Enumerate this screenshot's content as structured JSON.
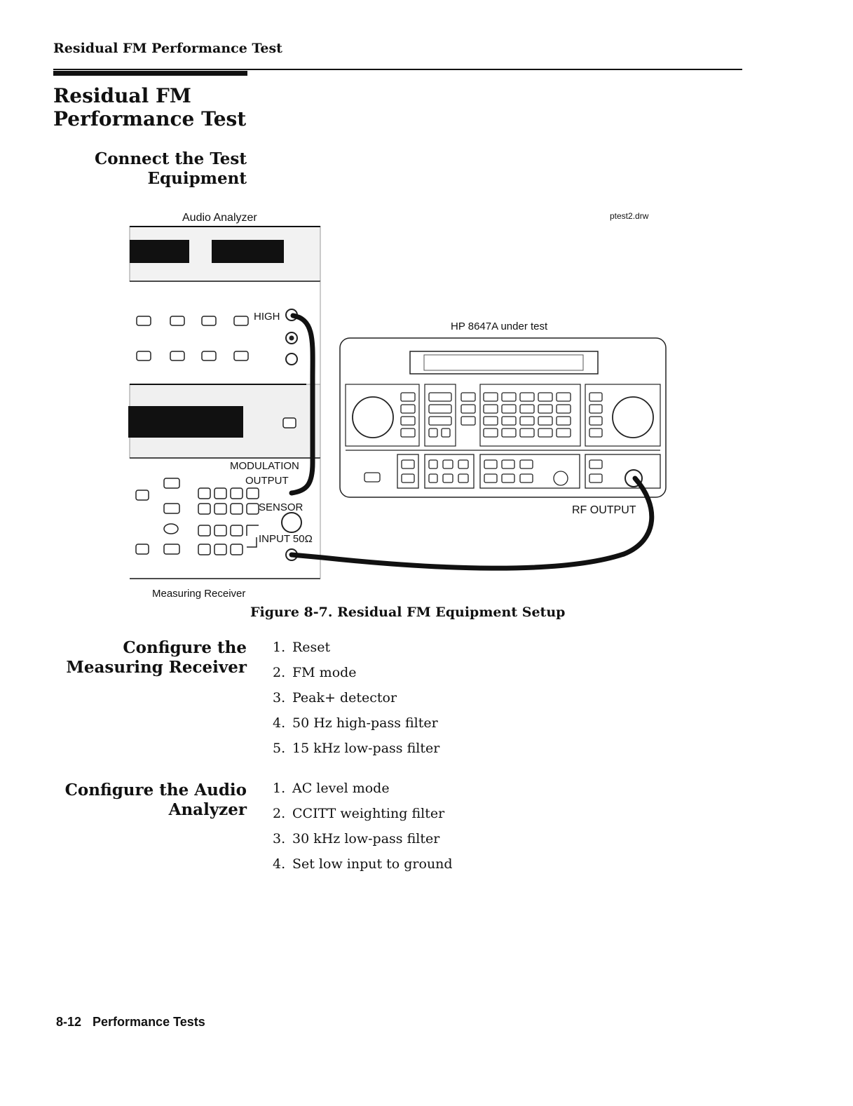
{
  "header": {
    "running_title": "Residual FM Performance Test"
  },
  "section": {
    "title_line1": "Residual FM",
    "title_line2": "Performance Test"
  },
  "connect": {
    "line1": "Connect the Test",
    "line2": "Equipment"
  },
  "figure": {
    "audio_analyzer": "Audio Analyzer",
    "file_name": "ptest2.drw",
    "dut": "HP 8647A under test",
    "high": "HIGH",
    "modulation": "MODULATION",
    "output": "OUTPUT",
    "sensor": "SENSOR",
    "input": "INPUT 50Ω",
    "rf_output": "RF OUTPUT",
    "measuring_receiver": "Measuring Receiver",
    "caption": "Figure 8-7. Residual FM Equipment Setup"
  },
  "measuring_receiver": {
    "heading_line1": "Configure the",
    "heading_line2": "Measuring Receiver",
    "steps": [
      {
        "num": "1.",
        "text": "Reset"
      },
      {
        "num": "2.",
        "text": "FM mode"
      },
      {
        "num": "3.",
        "text": "Peak+ detector"
      },
      {
        "num": "4.",
        "text": "50 Hz high-pass filter"
      },
      {
        "num": "5.",
        "text": "15 kHz low-pass filter"
      }
    ]
  },
  "audio_analyzer": {
    "heading_line1": "Configure the Audio",
    "heading_line2": "Analyzer",
    "steps": [
      {
        "num": "1.",
        "text": "AC level mode"
      },
      {
        "num": "2.",
        "text": "CCITT weighting filter"
      },
      {
        "num": "3.",
        "text": "30 kHz low-pass filter"
      },
      {
        "num": "4.",
        "text": "Set low input to ground"
      }
    ]
  },
  "footer": {
    "page_number": "8-12",
    "section": "Performance Tests"
  }
}
